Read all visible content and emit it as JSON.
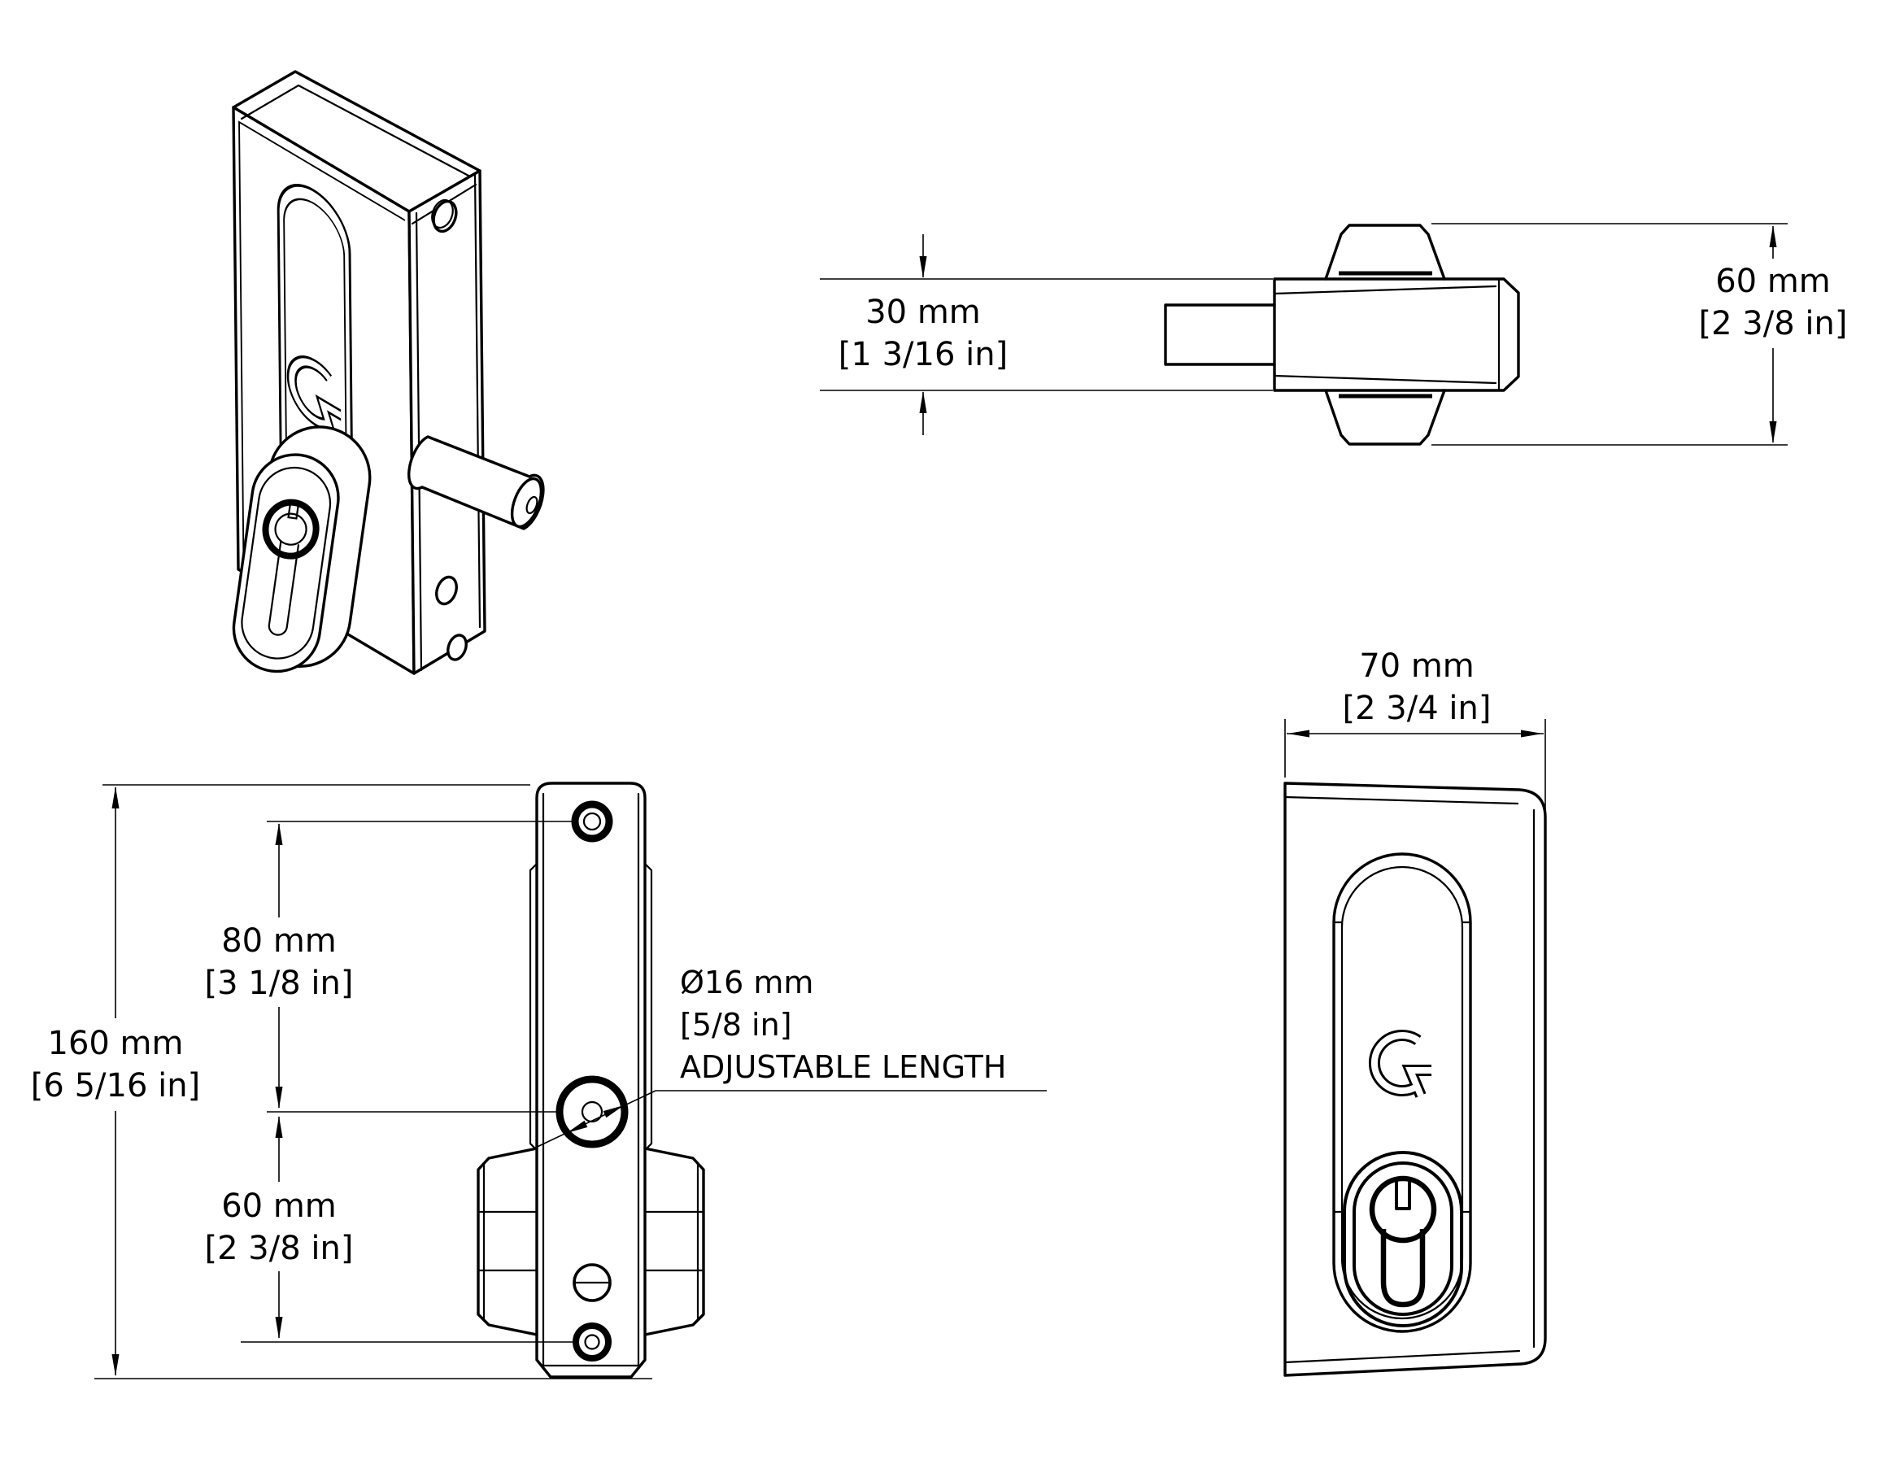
{
  "canvas": {
    "background": "#ffffff",
    "line_color": "#000000"
  },
  "logo": {
    "icon": "g-monogram-icon",
    "letter": "G"
  },
  "views": {
    "top_view": {
      "bolt_projection": {
        "metric": "30 mm",
        "imperial": "[1 3/16 in]"
      },
      "overall_depth": {
        "metric": "60 mm",
        "imperial": "[2 3/8 in]"
      }
    },
    "side_view": {
      "overall_height": {
        "metric": "160 mm",
        "imperial": "[6 5/16 in]"
      },
      "top_fixing_to_bolt": {
        "metric": "80 mm",
        "imperial": "[3 1/8 in]"
      },
      "bolt_to_bottom_fixing": {
        "metric": "60 mm",
        "imperial": "[2 3/8 in]"
      },
      "bolt_callout": {
        "metric": "Ø16 mm",
        "imperial": "[5/8 in]",
        "note": "ADJUSTABLE LENGTH"
      }
    },
    "front_view": {
      "overall_width": {
        "metric": "70 mm",
        "imperial": "[2 3/4 in]"
      }
    }
  }
}
